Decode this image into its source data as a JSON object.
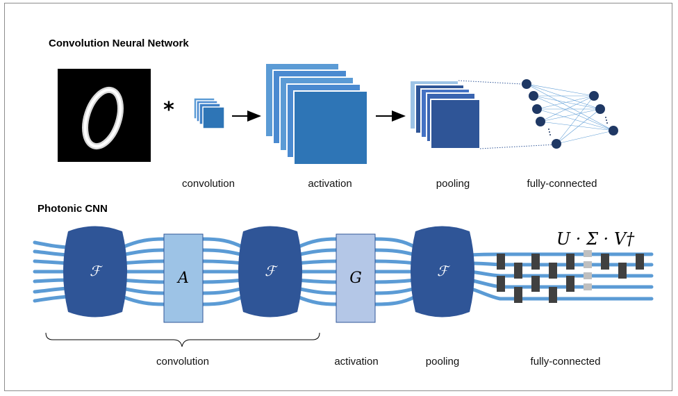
{
  "cnn": {
    "title": "Convolution Neural Network",
    "operator": "*",
    "labels": {
      "convolution": "convolution",
      "activation": "activation",
      "pooling": "pooling",
      "fully_connected": "fully-connected"
    }
  },
  "photonic": {
    "title": "Photonic CNN",
    "svd_label": "U · Σ · V†",
    "symbols": {
      "fourier": "ℱ",
      "A": "A",
      "G": "G"
    },
    "labels": {
      "convolution": "convolution",
      "activation": "activation",
      "pooling": "pooling",
      "fully_connected": "fully-connected"
    }
  },
  "colors": {
    "dark_blue": "#2f5597",
    "mid_blue": "#2e75b6",
    "light_blue": "#5b9bd5",
    "pale_blue": "#9dc3e6",
    "waveguide": "#5b9bd5",
    "node": "#1f3864",
    "mzi_gray": "#404040"
  }
}
